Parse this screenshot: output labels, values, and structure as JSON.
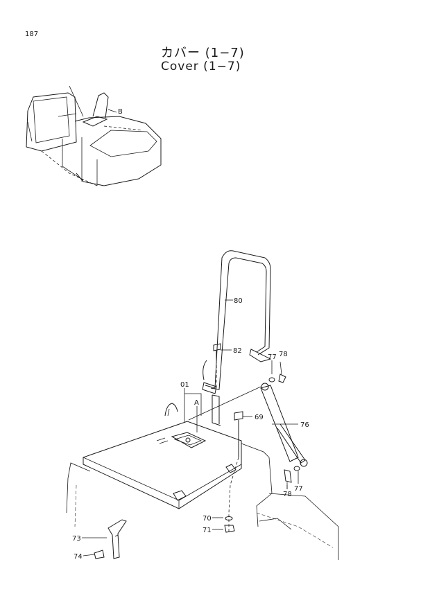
{
  "header": {
    "page_number": "187",
    "title_jp": "カバー (1−7)",
    "title_en": "Cover (1−7)"
  },
  "overview": {
    "detail_ref": "B"
  },
  "diagram": {
    "callouts": {
      "c01": "01",
      "cA": "A",
      "c69": "69",
      "c70": "70",
      "c71": "71",
      "c73": "73",
      "c74": "74",
      "c76": "76",
      "c77a": "77",
      "c77b": "77",
      "c78a": "78",
      "c78b": "78",
      "c80": "80",
      "c82": "82"
    }
  }
}
